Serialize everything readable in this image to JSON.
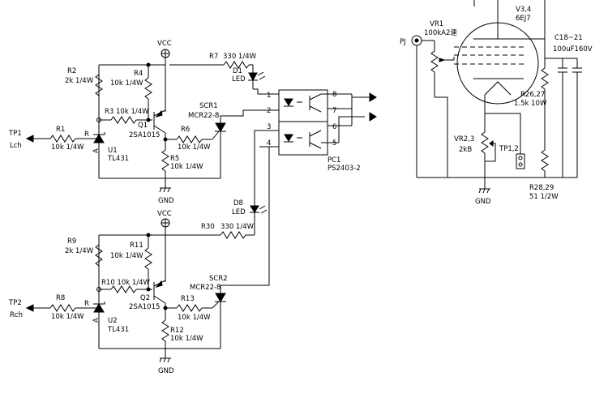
{
  "left": {
    "tp1": "TP1",
    "lch": "Lch",
    "tp2": "TP2",
    "rch": "Rch",
    "vcc_top": "VCC",
    "vcc_bot": "VCC",
    "gnd_top": "GND",
    "gnd_bot": "GND",
    "r1": "R1",
    "r1_val": "10k 1/4W",
    "r2": "R2",
    "r2_val": "2k 1/4W",
    "r3": "R3 10k 1/4W",
    "r4": "R4",
    "r4_val": "10k 1/4W",
    "r5": "R5",
    "r5_val": "10k 1/4W",
    "r6": "R6",
    "r6_val": "10k 1/4W",
    "r7": "R7",
    "r7_val": "330 1/4W",
    "d1": "D1",
    "d1_val": "LED",
    "q1": "Q1",
    "q1_val": "2SA1015",
    "u1": "U1",
    "u1_val": "TL431",
    "scr1": "SCR1",
    "scr1_val": "MCR22-8",
    "r_ref1": "R",
    "a_pin1": "A",
    "r8": "R8",
    "r8_val": "10k 1/4W",
    "r9": "R9",
    "r9_val": "2k 1/4W",
    "r10": "R10 10k 1/4W",
    "r11": "R11",
    "r11_val": "10k 1/4W",
    "r12": "R12",
    "r12_val": "10k 1/4W",
    "r13": "R13",
    "r13_val": "10k 1/4W",
    "r30": "R30",
    "r30_val": "330 1/4W",
    "d8": "D8",
    "d8_val": "LED",
    "q2": "Q2",
    "q2_val": "2SA1015",
    "u2": "U2",
    "u2_val": "TL431",
    "scr2": "SCR2",
    "scr2_val": "MCR22-8",
    "r_ref2": "R",
    "a_pin2": "A",
    "pc1": "PC1",
    "pc1_val": "PS2403-2",
    "pins": [
      "1",
      "2",
      "3",
      "4",
      "5",
      "6",
      "7",
      "8"
    ]
  },
  "right": {
    "pj": "PJ",
    "vr1": "VR1",
    "vr1_val": "100kA2連",
    "v34": "V3,4",
    "v34_val": "6EJ7",
    "c18": "C18~21",
    "c18_val": "100uF160V",
    "r26": "R26,27",
    "r26_val": "1.5k 10W",
    "vr23": "VR2,3",
    "vr23_val": "2kB",
    "tp12": "TP1,2",
    "r28": "R28,29",
    "r28_val": "51 1/2W",
    "gnd": "GND"
  }
}
